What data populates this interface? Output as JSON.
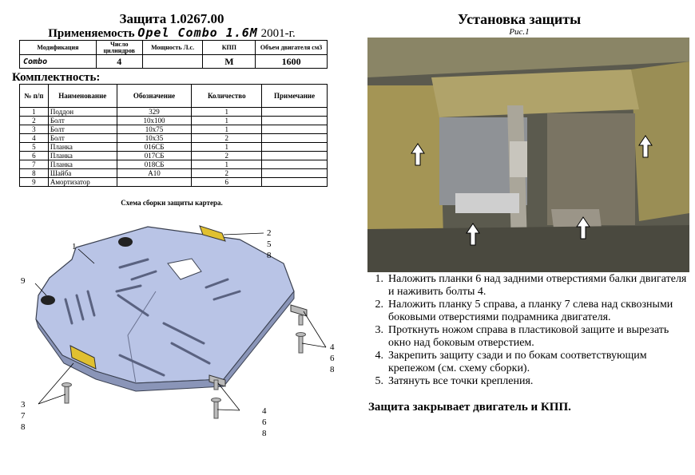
{
  "header": {
    "title": "Защита 1.0267.00",
    "applicability_prefix": "Применяемость",
    "applicability_model": "Opel Combo 1.6M",
    "applicability_year": "2001-г."
  },
  "spec_table": {
    "headers": [
      "Модификация",
      "Число цилиндров",
      "Мощность Л.с.",
      "КПП",
      "Объем двигателя см3"
    ],
    "values": [
      "Combo",
      "4",
      "",
      "M",
      "1600"
    ]
  },
  "completeness": {
    "title": "Комплектность:",
    "headers": [
      "№ п/п",
      "Наименование",
      "Обозначение",
      "Количество",
      "Примечание"
    ],
    "rows": [
      [
        "1",
        "Поддон",
        "329",
        "1",
        ""
      ],
      [
        "2",
        "Болт",
        "10x100",
        "1",
        ""
      ],
      [
        "3",
        "Болт",
        "10x75",
        "1",
        ""
      ],
      [
        "4",
        "Болт",
        "10x35",
        "2",
        ""
      ],
      [
        "5",
        "Планка",
        "016СБ",
        "1",
        ""
      ],
      [
        "6",
        "Планка",
        "017СБ",
        "2",
        ""
      ],
      [
        "7",
        "Планка",
        "018СБ",
        "1",
        ""
      ],
      [
        "8",
        "Шайба",
        "A10",
        "2",
        ""
      ],
      [
        "9",
        "Амортизатор",
        "",
        "6",
        ""
      ]
    ]
  },
  "diagram": {
    "caption": "Схема сборки защиты картера.",
    "callouts": {
      "c1": "1",
      "c9": "9",
      "c2": "2",
      "c5": "5",
      "c8a": "8",
      "c4a": "4",
      "c6a": "6",
      "c8b": "8",
      "c4b": "4",
      "c6b": "6",
      "c8c": "8",
      "c3": "3",
      "c7": "7",
      "c8d": "8"
    }
  },
  "installation": {
    "title": "Установка защиты",
    "figure_label": "Рис.1",
    "steps": [
      {
        "n": "1.",
        "text": "Наложить планки 6 над задними отверстиями балки двигателя и наживить болты 4."
      },
      {
        "n": "2.",
        "text": "Наложить планку 5 справа, а планку 7 слева над сквозными боковыми отверстиями подрамника двигателя."
      },
      {
        "n": "3.",
        "text": "Проткнуть ножом справа в пластиковой защите и вырезать окно над боковым отверстием."
      },
      {
        "n": "4.",
        "text": "Закрепить защиту сзади и по бокам соответствующим крепежом (см. схему сборки)."
      },
      {
        "n": "5.",
        "text": "Затянуть все точки крепления."
      }
    ],
    "summary": "Защита закрывает двигатель и КПП."
  },
  "colors": {
    "plate": "#b9c4e6",
    "plate_edge": "#3a4050",
    "bracket": "#e0c030",
    "photo_bg": "#5b5a4e"
  }
}
